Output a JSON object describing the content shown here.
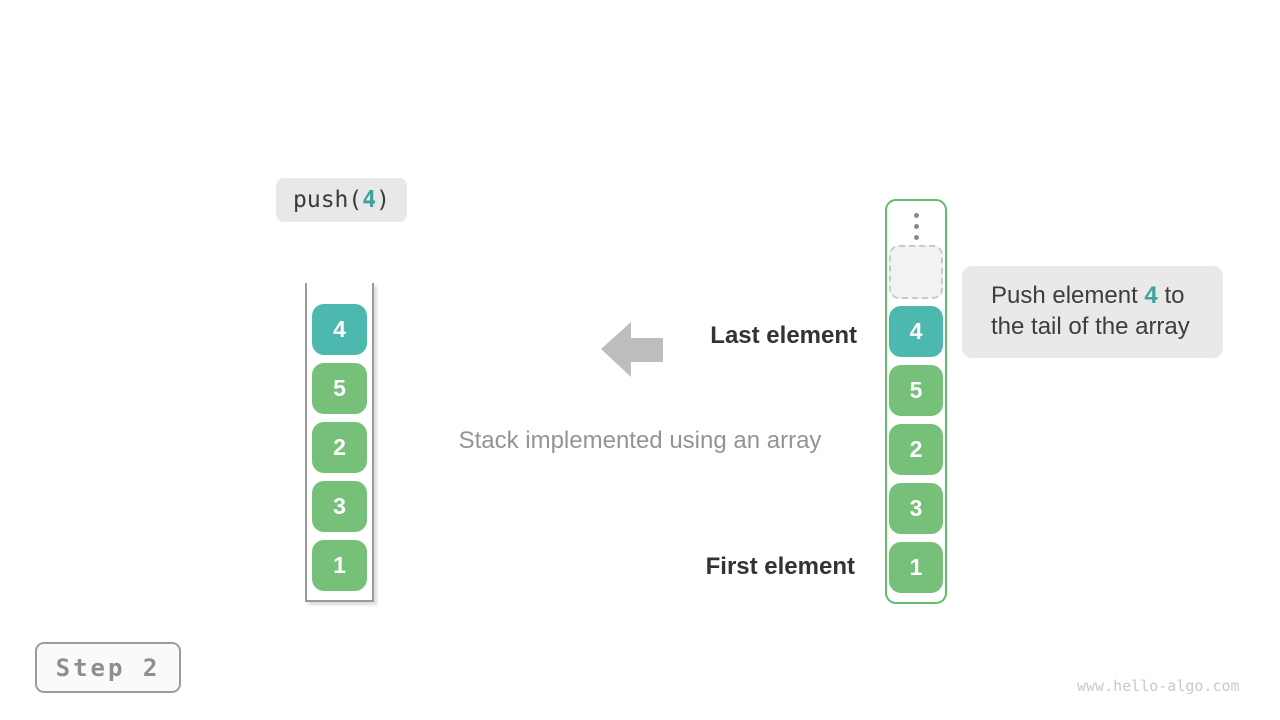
{
  "colors": {
    "teal_box": "#4db8ad",
    "teal_text": "#3fa39b",
    "green_box": "#76c07a",
    "green_border": "#64bb68",
    "gray_label_bg": "#e9e9e9",
    "dark_text": "#3a3a3a",
    "muted_text": "#949494",
    "arrow_gray": "#bdbdbd",
    "watermark_gray": "#c9c9c9"
  },
  "push_call": {
    "fn": "push(",
    "arg": "4",
    "close": ")"
  },
  "stack": {
    "values": [
      "4",
      "5",
      "2",
      "3",
      "1"
    ],
    "highlight_index": 0
  },
  "labels": {
    "last_element": "Last element",
    "first_element": "First element",
    "caption": "Stack implemented using an array"
  },
  "tooltip": {
    "line1_pre": "Push element ",
    "value": "4",
    "line1_post": " to",
    "line2": "the tail of the array"
  },
  "step_badge": {
    "label": "Step 2"
  },
  "watermark": {
    "label": "www.hello-algo.com"
  }
}
